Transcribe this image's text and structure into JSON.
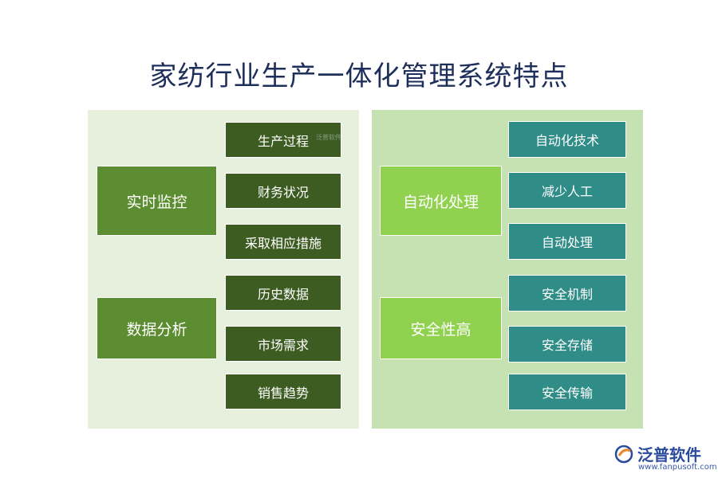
{
  "title": "家纺行业生产一体化管理系统特点",
  "left": {
    "groups": [
      {
        "category": "实时监控",
        "items": [
          "生产过程",
          "财务状况",
          "采取相应措施"
        ]
      },
      {
        "category": "数据分析",
        "items": [
          "历史数据",
          "市场需求",
          "销售趋势"
        ]
      }
    ]
  },
  "right": {
    "groups": [
      {
        "category": "自动化处理",
        "items": [
          "自动化技术",
          "减少人工",
          "自动处理"
        ]
      },
      {
        "category": "安全性高",
        "items": [
          "安全机制",
          "安全存储",
          "安全传输"
        ]
      }
    ]
  },
  "watermark": {
    "small_text": "泛普软件",
    "logo_text": "泛普软件",
    "url": "www.fanpusoft.com"
  },
  "colors": {
    "title": "#1f2f5c",
    "left_panel_bg": "#e6f0dc",
    "right_panel_bg": "#c6e2b3",
    "left_category": "#5c8d30",
    "left_item": "#3d5c22",
    "right_category": "#91d150",
    "right_item": "#2f8c87"
  }
}
